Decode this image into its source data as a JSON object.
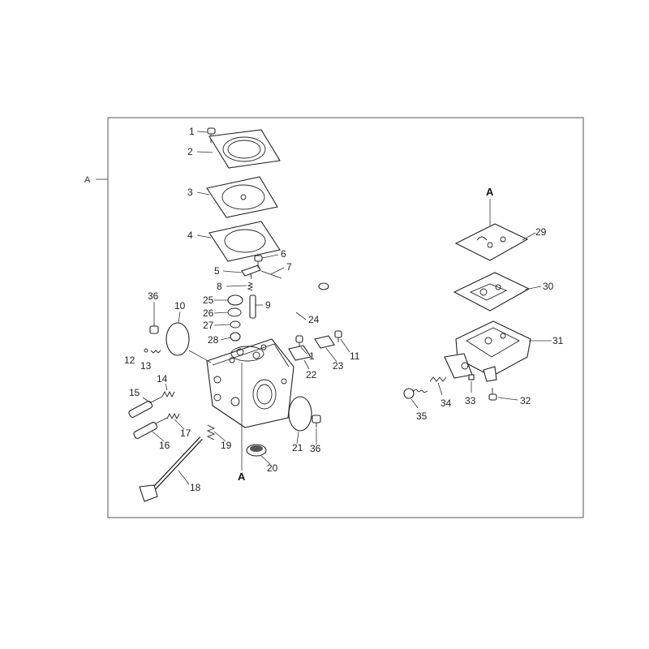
{
  "diagram": {
    "side_ref": "A",
    "group_refs": [
      "A",
      "A"
    ],
    "callouts": [
      "1",
      "2",
      "3",
      "4",
      "5",
      "6",
      "7",
      "8",
      "25",
      "9",
      "26",
      "27",
      "28",
      "36",
      "10",
      "12",
      "13",
      "24",
      "1",
      "11",
      "22",
      "23",
      "14",
      "15",
      "17",
      "16",
      "19",
      "21",
      "36",
      "20",
      "18",
      "29",
      "30",
      "31",
      "34",
      "33",
      "32",
      "35"
    ]
  }
}
